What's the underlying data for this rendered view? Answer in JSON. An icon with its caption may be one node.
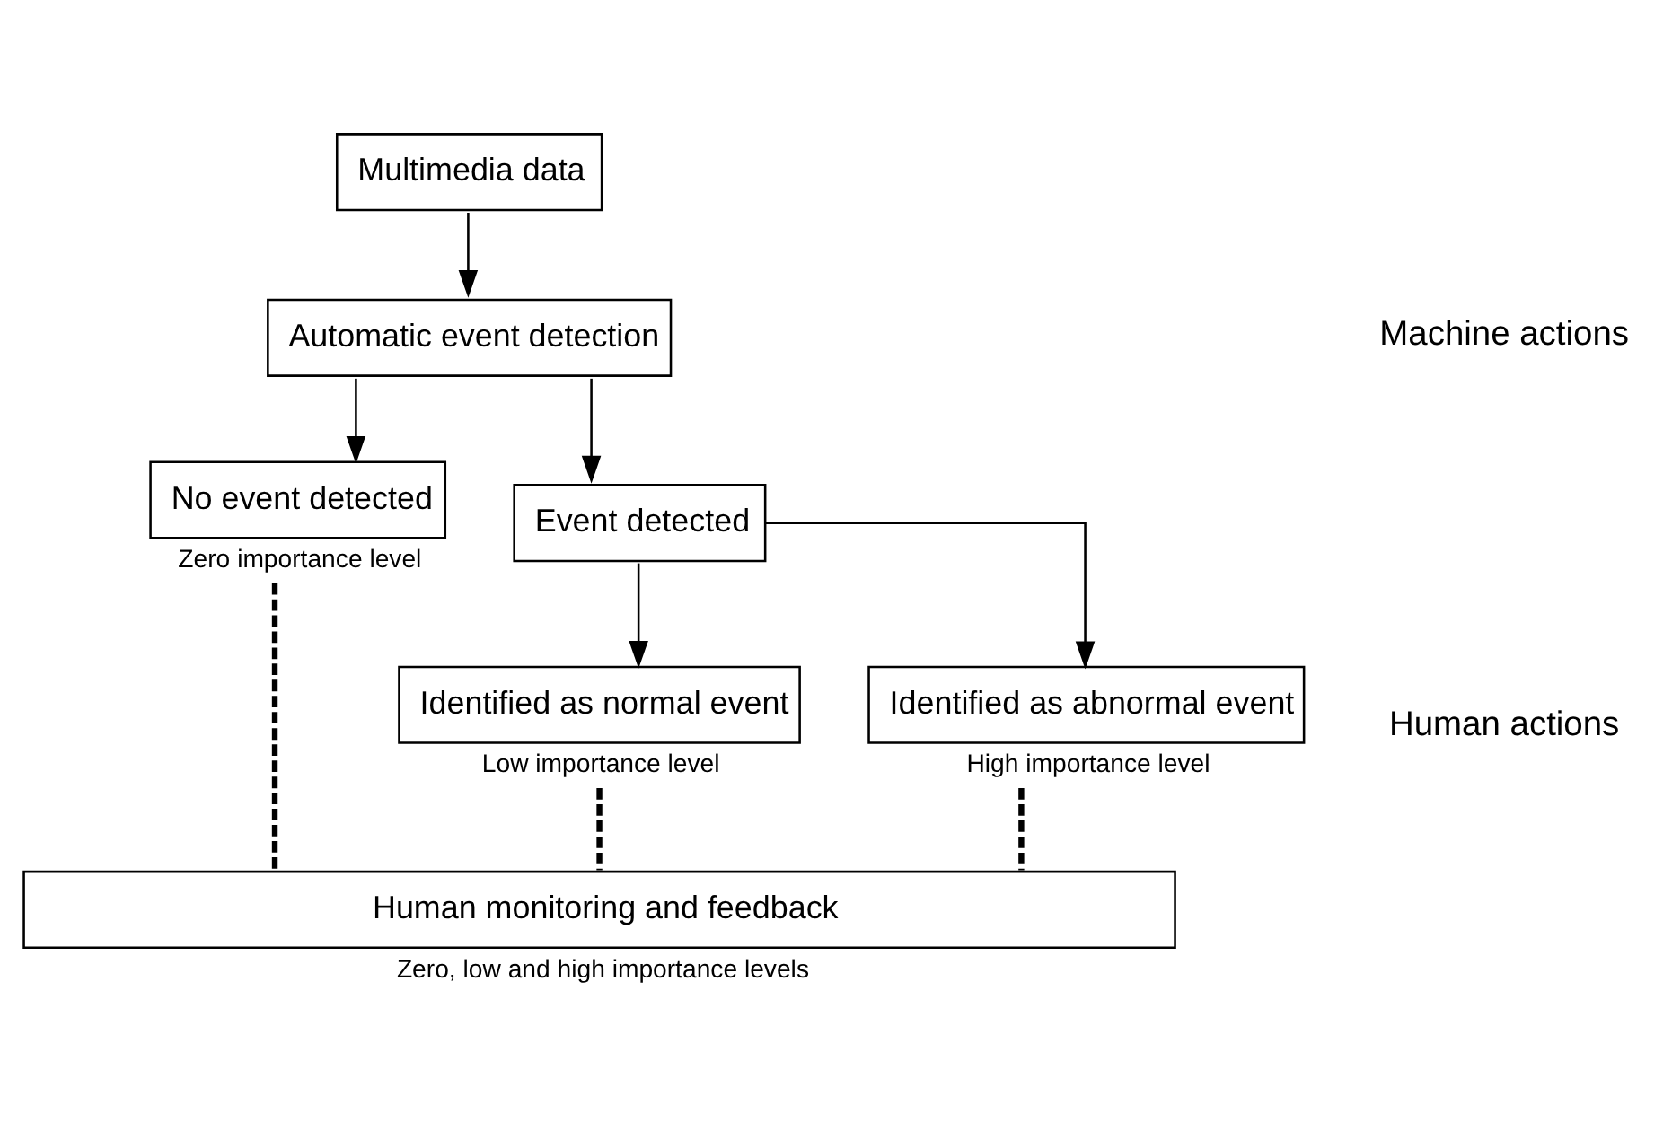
{
  "diagram": {
    "nodes": [
      {
        "text": [
          "Multimedia data"
        ]
      },
      {
        "text": [
          "Automatic event detection"
        ]
      },
      {
        "text": [
          "No event detected"
        ],
        "beside": [
          "Zero importance level"
        ]
      },
      {
        "text": [
          "Event detected"
        ]
      },
      {
        "text": [
          "Identified as normal event"
        ],
        "beside": [
          "Low importance level"
        ]
      },
      {
        "text": [
          "Identified as abnormal event"
        ],
        "beside": [
          "High importance level"
        ]
      },
      {
        "text": [
          "Human monitoring and feedback"
        ],
        "beside": [
          "Zero, low and high importance levels"
        ]
      }
    ],
    "edges": [
      {
        "from": 0,
        "to": 1,
        "arrow": "to"
      },
      {
        "from": 1,
        "to": 2,
        "arrow": "to"
      },
      {
        "from": 1,
        "to": 3,
        "arrow": "to"
      },
      {
        "from": 3,
        "to": 4,
        "arrow": "to"
      },
      {
        "from": 3,
        "to": 5,
        "arrow": "to"
      },
      {
        "from": 2,
        "to": 6,
        "arrow": "none",
        "style": "dashed"
      },
      {
        "from": 4,
        "to": 6,
        "arrow": "none",
        "style": "dashed"
      },
      {
        "from": 5,
        "to": 6,
        "arrow": "none",
        "style": "dashed"
      }
    ],
    "labels": [
      "Machine actions",
      "Human actions"
    ]
  }
}
